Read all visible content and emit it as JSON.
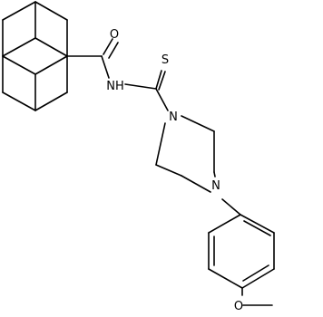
{
  "diagram_type": "skeletal-structure",
  "line_color": "#000000",
  "background_color": "#ffffff",
  "atoms": {
    "carbonyl_oxygen": "O",
    "amide_nitrogen": "NH",
    "thione_sulfur": "S",
    "piperazine_n1": "N",
    "piperazine_n4": "N",
    "methoxy_oxygen": "O"
  }
}
